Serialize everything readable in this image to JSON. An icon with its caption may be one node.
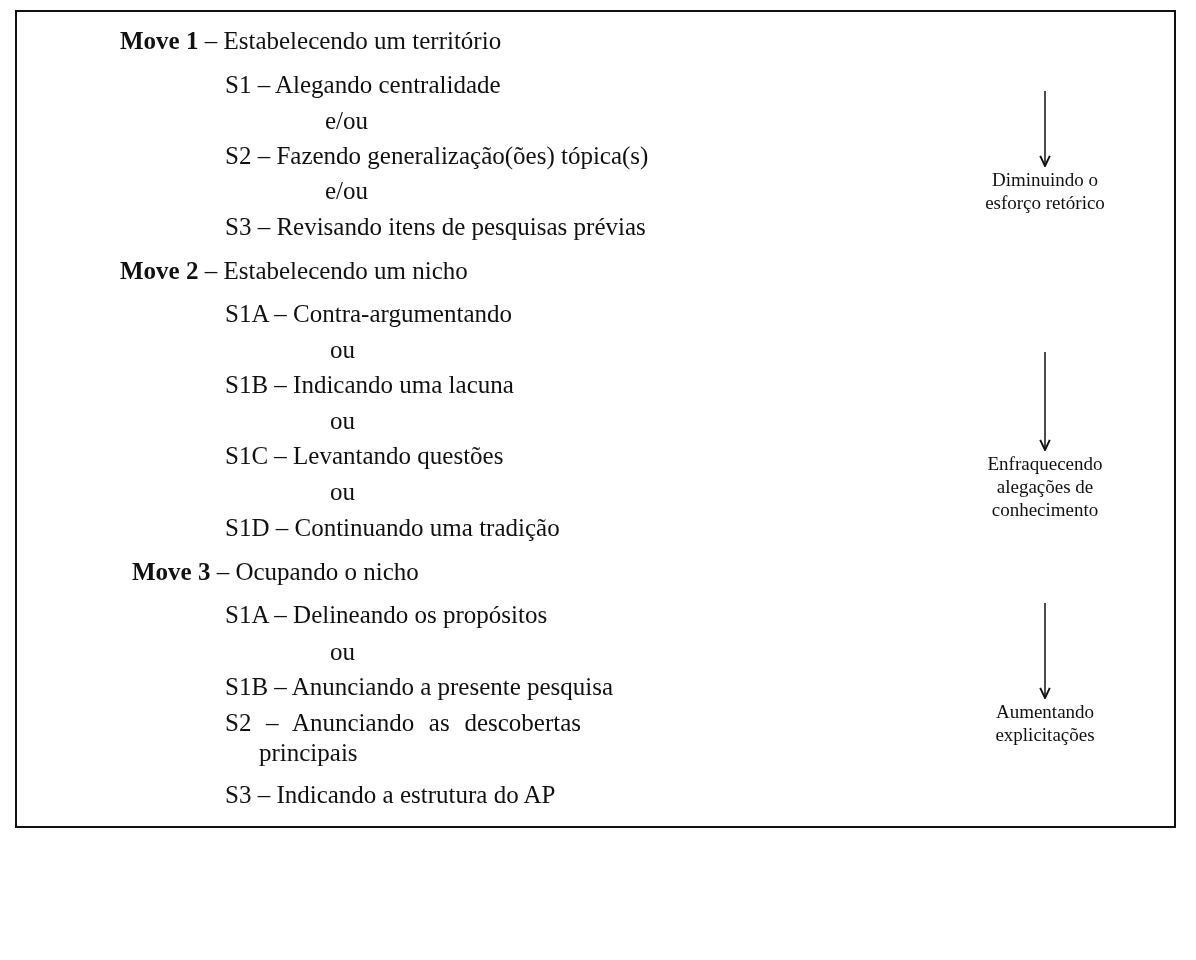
{
  "diagram": {
    "nodes": [
      {
        "text": [
          "Diminuindo o esforço retórico"
        ]
      },
      {
        "text": [
          "Enfraquecendo alegações de conhecimento"
        ]
      },
      {
        "text": [
          "Aumentando explicitações"
        ]
      }
    ],
    "edges": [
      {
        "from": null,
        "to": 0,
        "arrow": "to"
      },
      {
        "from": null,
        "to": 1,
        "arrow": "to"
      },
      {
        "from": null,
        "to": 2,
        "arrow": "to"
      }
    ],
    "labels": [
      "**Move 1** – Estabelecendo um território",
      "S1 – Alegando centralidade",
      "e/ou",
      "S2 – Fazendo generalização(ões) tópica(s)",
      "e/ou",
      "S3 – Revisando itens de pesquisas prévias",
      "**Move 2** – Estabelecendo um nicho",
      "S1A – Contra-argumentando",
      "ou",
      "S1B – Indicando uma lacuna",
      "ou",
      "S1C – Levantando questões",
      "ou",
      "S1D – Continuando uma tradição",
      "**Move 3** – Ocupando o nicho",
      "S1A – Delineando os propósitos",
      "ou",
      "S1B – Anunciando a presente pesquisa",
      "S2 – Anunciando as descobertas principais",
      "S3 – Indicando a estrutura do AP"
    ]
  }
}
